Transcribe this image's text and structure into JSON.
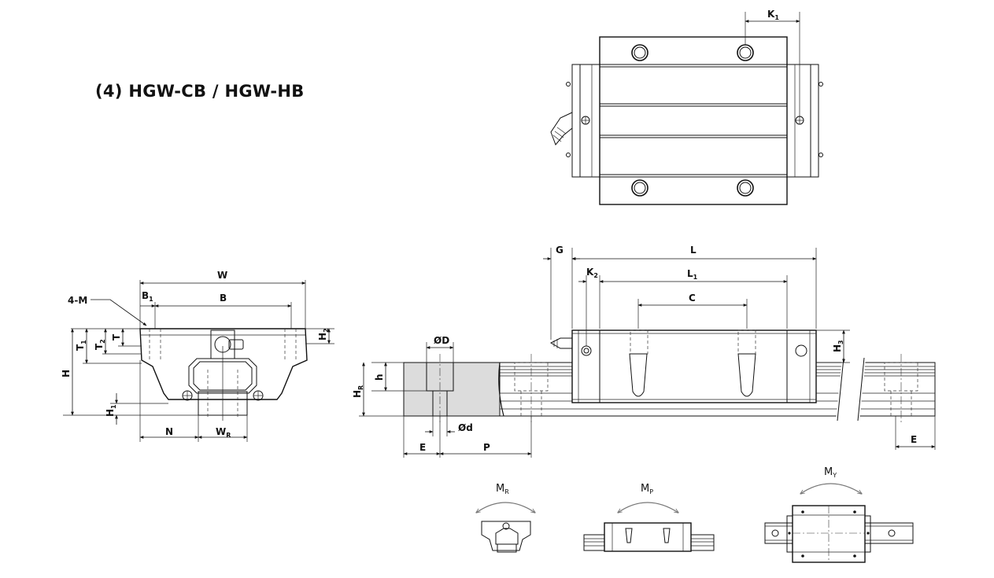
{
  "title": "(4)  HGW-CB / HGW-HB",
  "labels": {
    "K1": "K",
    "K1_sub": "1",
    "W": "W",
    "B": "B",
    "B1": "B",
    "B1_sub": "1",
    "M4": "4-M",
    "H2": "H",
    "H2_sub": "2",
    "T1": "T",
    "T1_sub": "1",
    "T2": "T",
    "T2_sub": "2",
    "T": "T",
    "H": "H",
    "H1": "H",
    "H1_sub": "1",
    "N": "N",
    "WR": "W",
    "WR_sub": "R",
    "G": "G",
    "L": "L",
    "K2": "K",
    "K2_sub": "2",
    "L1": "L",
    "L1_sub": "1",
    "C": "C",
    "H3": "H",
    "H3_sub": "3",
    "OD": "ØD",
    "Od": "Ød",
    "h": "h",
    "HR": "H",
    "HR_sub": "R",
    "E_left": "E",
    "P": "P",
    "E_right": "E",
    "MR": "M",
    "MR_sub": "R",
    "MP": "M",
    "MP_sub": "P",
    "MY": "M",
    "MY_sub": "Y"
  },
  "icons": [
    "grease-nipple-icon",
    "bolt-hole-icon",
    "curved-arrow-icon"
  ]
}
